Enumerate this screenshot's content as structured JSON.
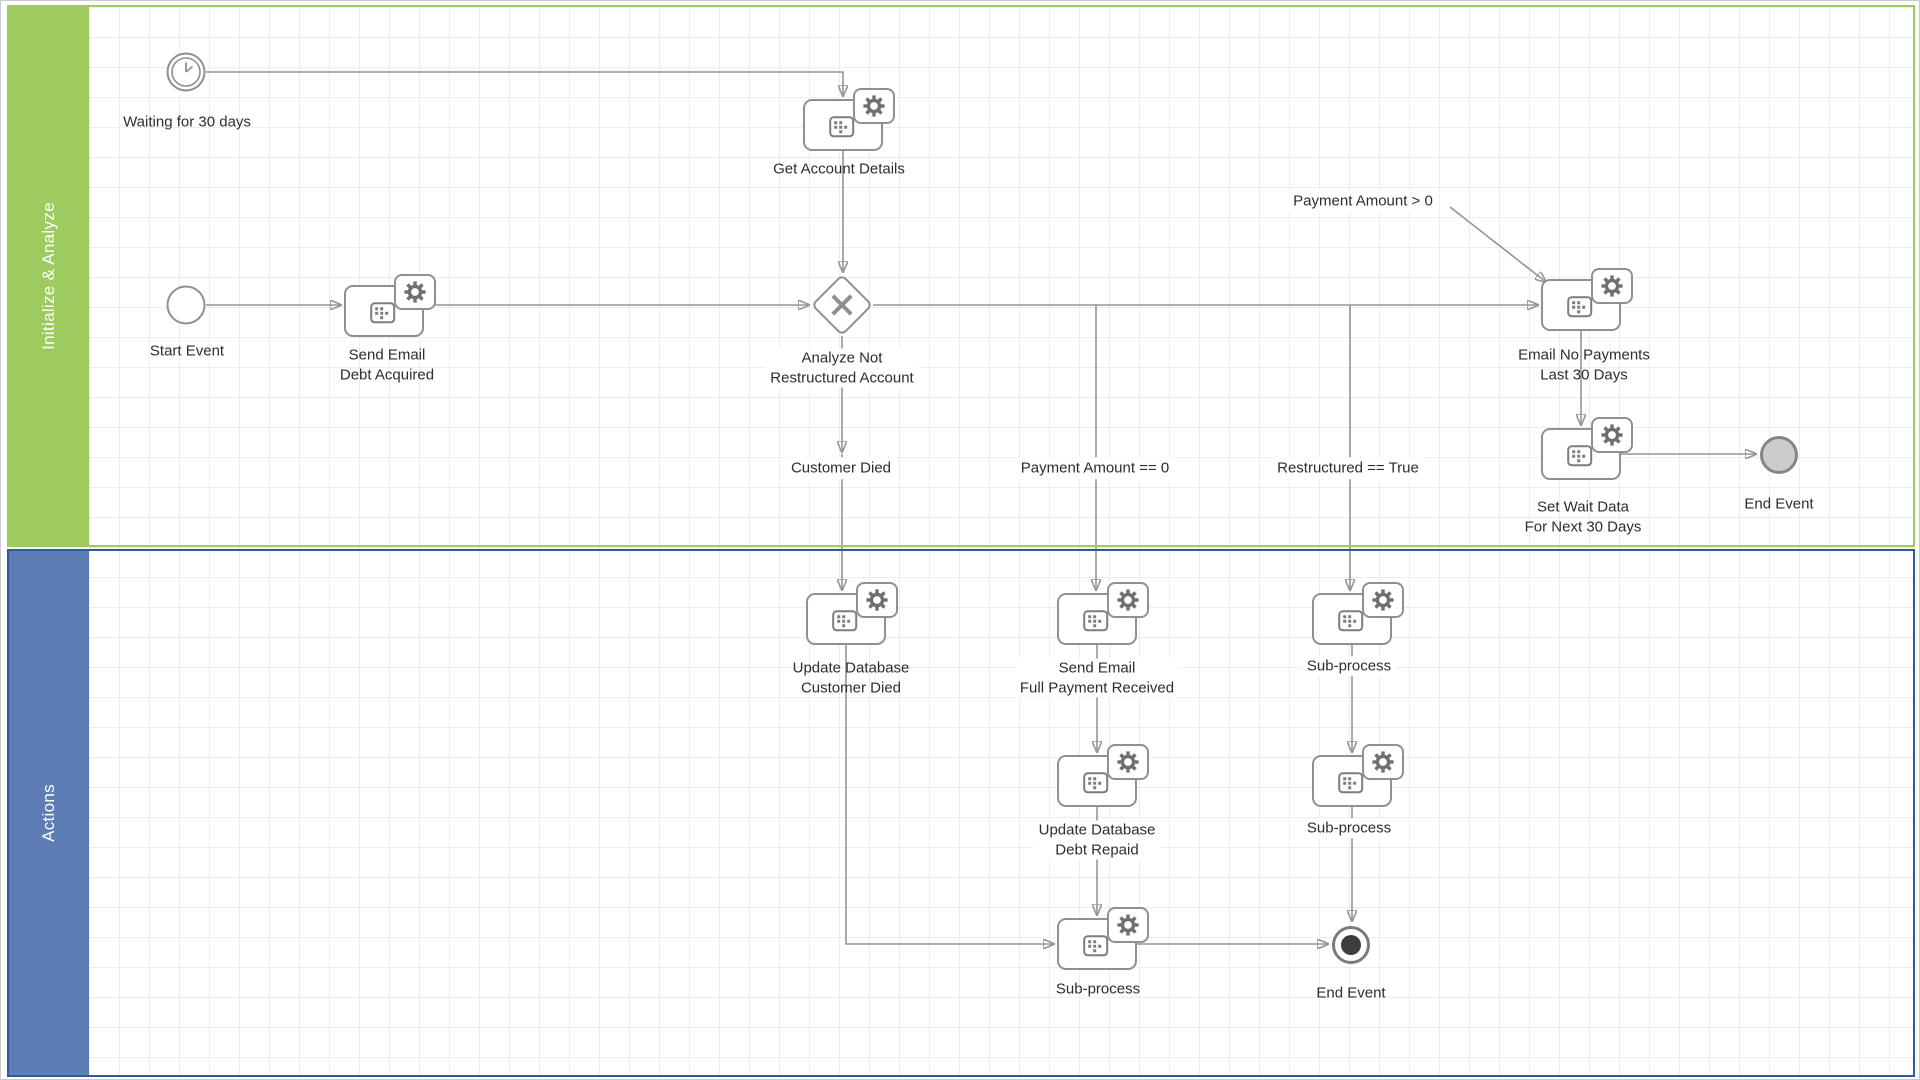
{
  "lanes": [
    {
      "id": "initialize-analyze",
      "label": "Initialize & Analyze",
      "band_color": "#9DCB5F",
      "border_color": "#9DCB5F"
    },
    {
      "id": "actions",
      "label": "Actions",
      "band_color": "#5E7DB7",
      "border_color": "#2E5A9B"
    }
  ],
  "nodes": {
    "timer_event": {
      "type": "timer-start-event",
      "label": "Waiting for 30 days"
    },
    "start_event": {
      "type": "start-event",
      "label": "Start Event"
    },
    "get_account_details": {
      "type": "service-task",
      "label": "Get Account Details"
    },
    "send_email_debt_acquired": {
      "type": "service-task",
      "label": "Send Email\nDebt Acquired"
    },
    "analyze_gateway": {
      "type": "exclusive-gateway",
      "label": "Analyze Not\nRestructured Account"
    },
    "email_no_payments": {
      "type": "service-task",
      "label": "Email No Payments\nLast 30 Days"
    },
    "set_wait_data": {
      "type": "service-task",
      "label": "Set Wait Data\nFor Next 30 Days"
    },
    "end_event_analyze": {
      "type": "end-event",
      "label": "End Event"
    },
    "update_db_customer_died": {
      "type": "service-task",
      "label": "Update Database\nCustomer Died"
    },
    "send_email_full_payment": {
      "type": "service-task",
      "label": "Send Email\nFull Payment Received"
    },
    "subprocess_restructured_1": {
      "type": "service-task",
      "label": "Sub-process"
    },
    "update_db_debt_repaid": {
      "type": "service-task",
      "label": "Update Database\nDebt Repaid"
    },
    "subprocess_restructured_2": {
      "type": "service-task",
      "label": "Sub-process"
    },
    "subprocess_final": {
      "type": "service-task",
      "label": "Sub-process"
    },
    "end_event_actions": {
      "type": "terminate-end-event",
      "label": "End Event"
    }
  },
  "edge_labels": {
    "payment_gt_0": "Payment Amount > 0",
    "customer_died": "Customer Died",
    "payment_eq_0": "Payment Amount == 0",
    "restructured_true": "Restructured == True"
  },
  "colors": {
    "flow_line": "#959595",
    "node_border": "#909090",
    "grid_line": "#ededed",
    "lane1_green": "#9DCB5F",
    "lane2_blue_band": "#5E7DB7",
    "lane2_blue_border": "#2E5A9B"
  }
}
